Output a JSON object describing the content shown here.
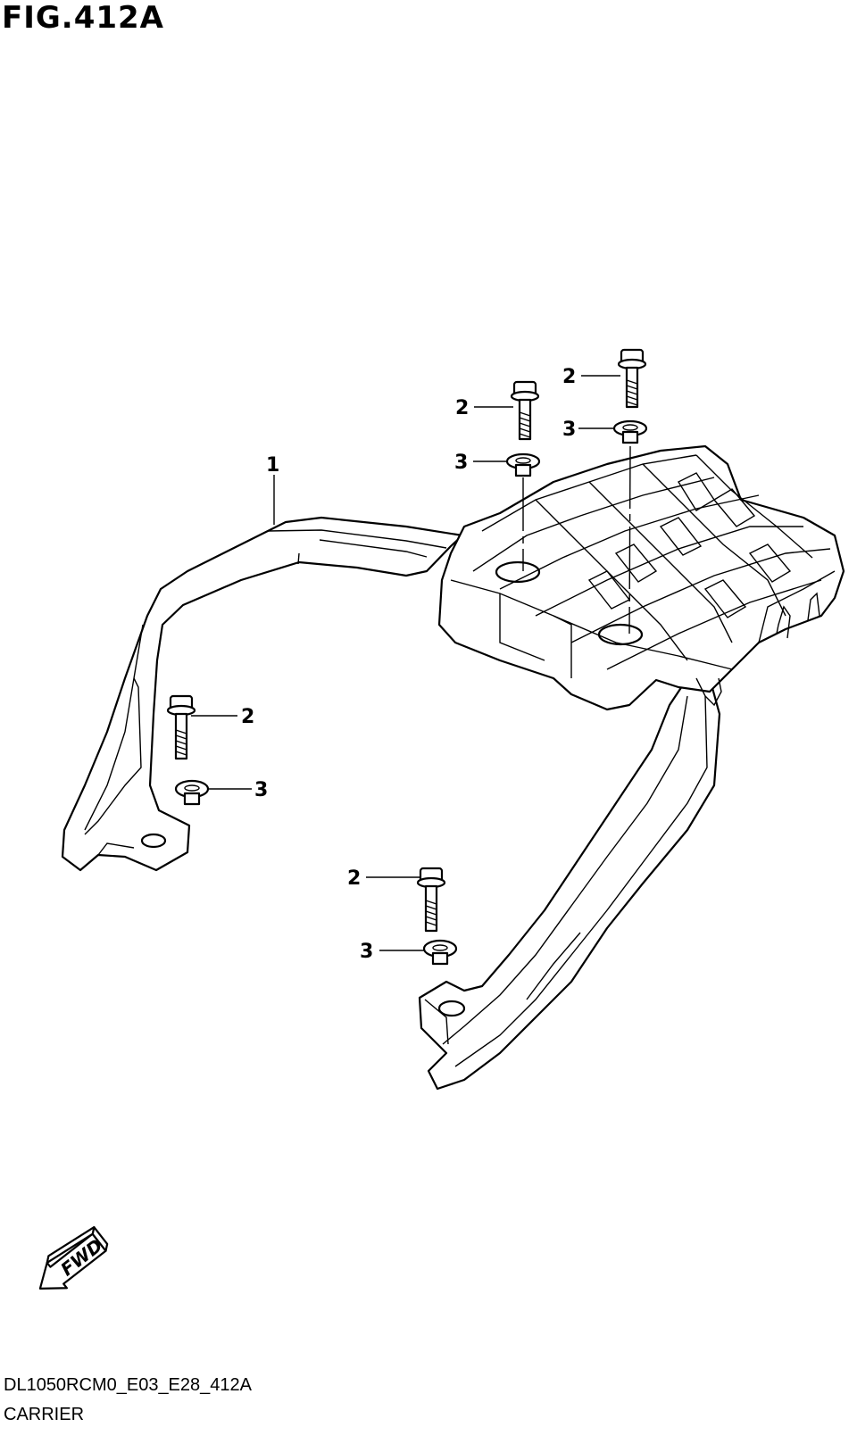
{
  "figure": {
    "title": "FIG.412A",
    "code": "DL1050RCM0_E03_E28_412A",
    "name": "CARRIER"
  },
  "callouts": {
    "part1": "1",
    "bolt": "2",
    "washer": "3"
  },
  "fwd_label": "FWD",
  "icons": [
    "bolt-icon",
    "washer-icon",
    "fwd-arrow-icon"
  ]
}
